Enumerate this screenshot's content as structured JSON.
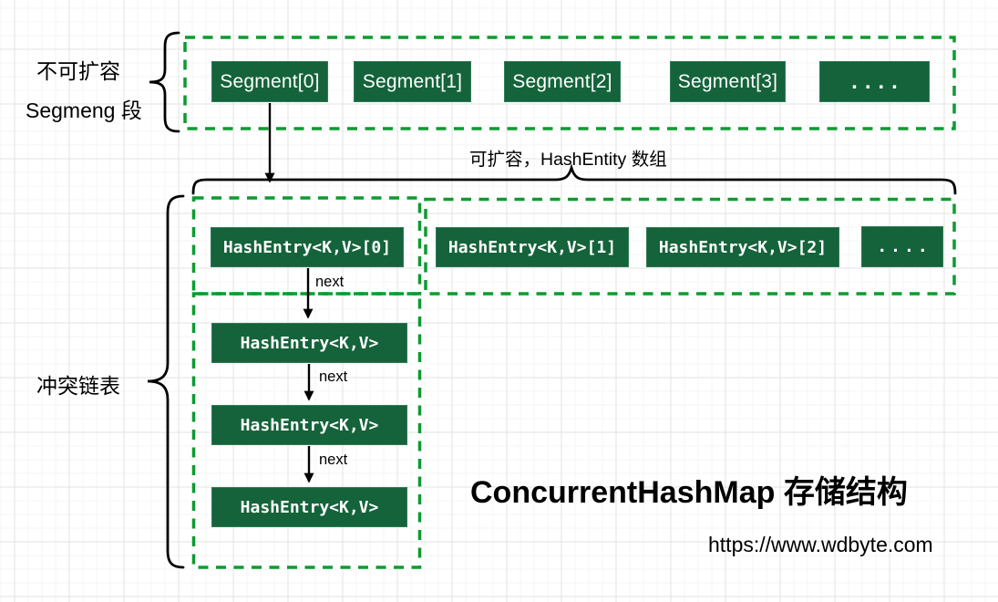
{
  "labels": {
    "non_expandable": "不可扩容",
    "segment_section": "Segmeng 段",
    "expandable_array": "可扩容，HashEntity 数组",
    "conflict_chain": "冲突链表",
    "next": "next"
  },
  "segments": [
    "Segment[0]",
    "Segment[1]",
    "Segment[2]",
    "Segment[3]",
    "...."
  ],
  "hash_entries": [
    "HashEntry<K,V>[0]",
    "HashEntry<K,V>[1]",
    "HashEntry<K,V>[2]",
    "...."
  ],
  "chain_nodes": [
    "HashEntry<K,V>",
    "HashEntry<K,V>",
    "HashEntry<K,V>"
  ],
  "title": "ConcurrentHashMap 存储结构",
  "url": "https://www.wdbyte.com",
  "colors": {
    "node_fill": "#15633b",
    "node_border": "#2f7a53",
    "node_text": "#ffffff",
    "dashed_border": "#0c9b30",
    "line_ink": "#000000"
  }
}
